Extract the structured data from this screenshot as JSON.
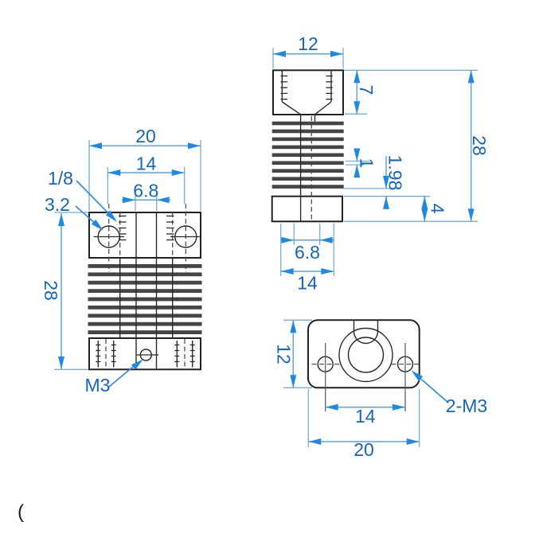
{
  "colors": {
    "dimension_line": "#5FA2DC",
    "arrow": "#1E88E5",
    "dimension_text": "#1565C0",
    "geometry": "#222222"
  },
  "views": {
    "front": {
      "total_width": "20",
      "hole_spacing": "14",
      "channel_width": "6.8",
      "total_height": "28",
      "thread_label": "1/8",
      "hole_diameter_label": "3.2",
      "side_hole_label": "M3"
    },
    "side": {
      "depth": "12",
      "socket_depth": "7",
      "total_height": "28",
      "fin_thickness": "1",
      "fin_pitch": "1.98",
      "base_height": "4",
      "bore_width": "6.8",
      "base_width": "14"
    },
    "bottom": {
      "depth": "12",
      "hole_spacing": "14",
      "total_width": "20",
      "holes_label": "2-M3"
    }
  },
  "stray_character": "("
}
